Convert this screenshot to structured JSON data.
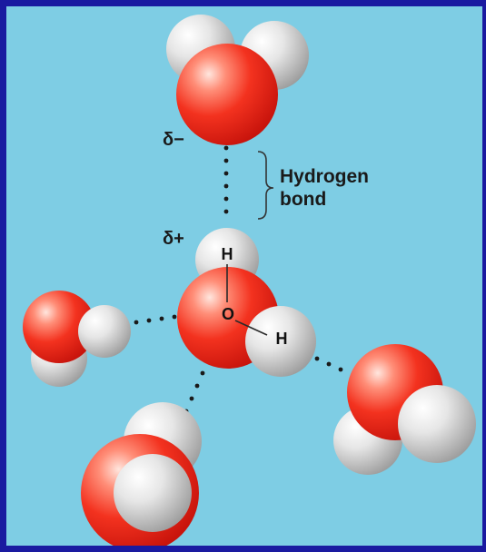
{
  "labels": {
    "delta_minus": "δ−",
    "delta_plus": "δ+",
    "hydrogen_bond_line1": "Hydrogen",
    "hydrogen_bond_line2": "bond",
    "atom_h_top": "H",
    "atom_o": "O",
    "atom_h_right": "H"
  },
  "colors": {
    "background": "#7ecde4",
    "frame": "#1a1aa0",
    "oxygen": "#f0281e",
    "hydrogen": "#d8d8d8",
    "bond_dots": "#1a1a1a"
  }
}
